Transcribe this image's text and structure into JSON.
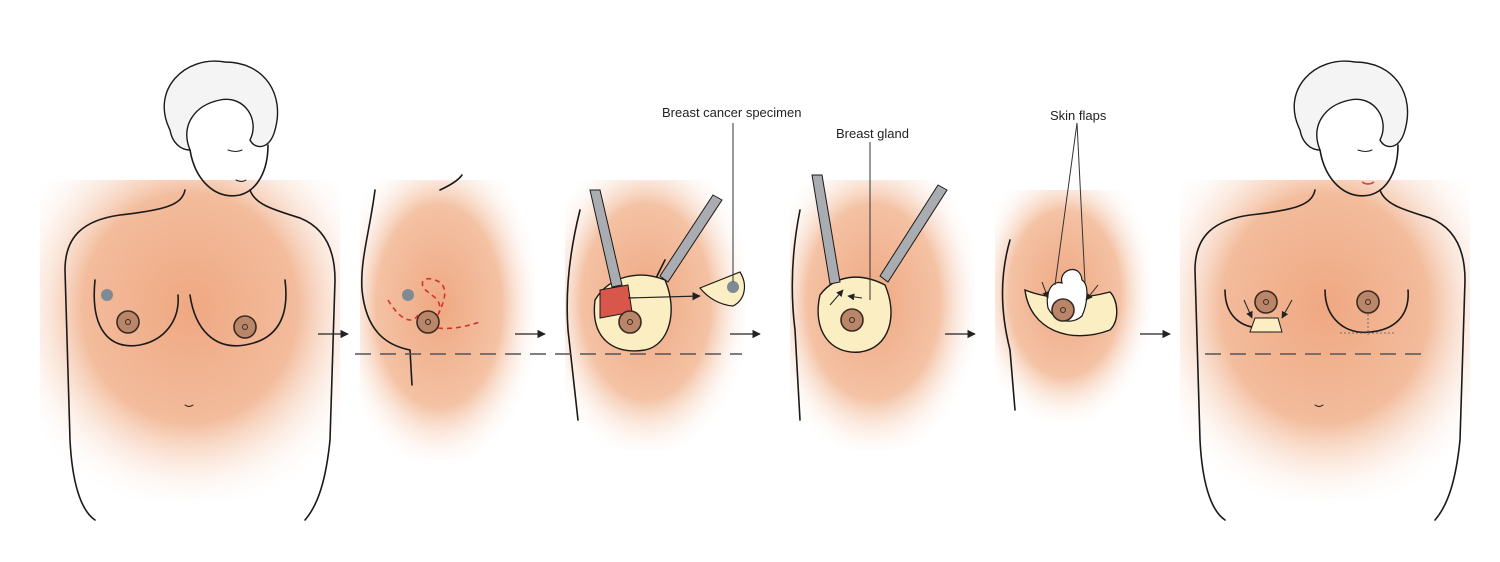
{
  "labels": {
    "specimen": "Breast cancer specimen",
    "gland": "Breast gland",
    "flaps": "Skin flaps"
  },
  "colors": {
    "skin": "#f0b48f",
    "skin_fade": "#ffffff",
    "nipple": "#b9866a",
    "tumor": "#7f8b94",
    "incision": "#d2342a",
    "gland": "#fbeec2",
    "specimen_red": "#d9574a",
    "instrument": "#a9acb0",
    "hair": "#f4f4f4"
  },
  "icons": [
    "arrow-right-icon",
    "forceps-icon"
  ]
}
